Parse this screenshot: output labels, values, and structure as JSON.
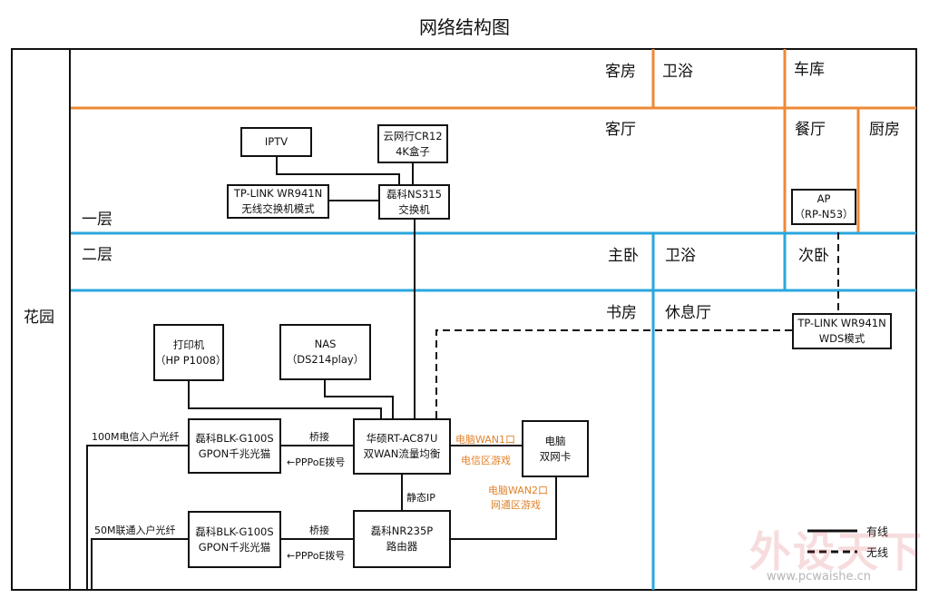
{
  "title": "网络结构图",
  "colors": {
    "orange": "#ed8a36",
    "blue": "#2aa7dd",
    "wire": "#111111",
    "label_orange": "#e0822a"
  },
  "outside": {
    "garden": "花园"
  },
  "floors": {
    "first": "一层",
    "second": "二层"
  },
  "rooms": {
    "living_room_top": "客房",
    "bath_top": "卫浴",
    "garage": "车库",
    "hall": "客厅",
    "dining": "餐厅",
    "kitchen": "厨房",
    "master_bed": "主卧",
    "bath_2": "卫浴",
    "second_bed": "次卧",
    "study": "书房",
    "lounge": "休息厅"
  },
  "devices": {
    "iptv": {
      "line1": "IPTV"
    },
    "cr12": {
      "line1": "云网行CR12",
      "line2": "4K盒子"
    },
    "tplink_switch": {
      "line1": "TP-LINK WR941N",
      "line2": "无线交换机模式"
    },
    "ns315": {
      "line1": "磊科NS315",
      "line2": "交换机"
    },
    "ap": {
      "line1": "AP",
      "line2": "（RP-N53）"
    },
    "tplink_wds": {
      "line1": "TP-LINK WR941N",
      "line2": "WDS模式"
    },
    "printer": {
      "line1": "打印机",
      "line2": "（HP P1008）"
    },
    "nas": {
      "line1": "NAS",
      "line2": "（DS214play）"
    },
    "asus": {
      "line1": "华硕RT-AC87U",
      "line2": "双WAN流量均衡"
    },
    "pc": {
      "line1": "电脑",
      "line2": "双网卡"
    },
    "gpon1": {
      "line1": "磊科BLK-G100S",
      "line2": "GPON千兆光猫"
    },
    "gpon2": {
      "line1": "磊科BLK-G100S",
      "line2": "GPON千兆光猫"
    },
    "nr235p": {
      "line1": "磊科NR235P",
      "line2": "路由器"
    }
  },
  "labels": {
    "fiber_telecom": "100M电信入户光纤",
    "fiber_unicom": "50M联通入户光纤",
    "bridge1": "桥接",
    "pppoe1": "←PPPoE拨号",
    "bridge2": "桥接",
    "pppoe2": "←PPPoE拨号",
    "static_ip": "静态IP",
    "pc_wan1": "电脑WAN1口",
    "pc_wan1_sub": "电信区游戏",
    "pc_wan2": "电脑WAN2口",
    "pc_wan2_sub": "网通区游戏"
  },
  "legend": {
    "wired": "有线",
    "wireless": "无线"
  },
  "watermark": {
    "logo": "外设天下",
    "url": "www.pcwaishe.cn"
  }
}
